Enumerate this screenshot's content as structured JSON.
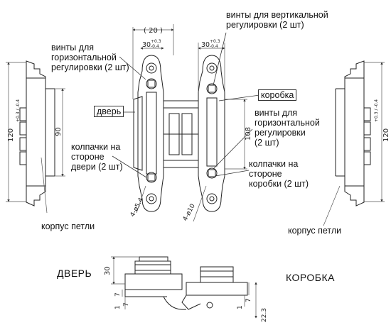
{
  "labels": {
    "screws_vertical": "винты для вертикальной\nрегулировки (2 шт)",
    "screws_horizontal_left": "винты для\nгоризонтальной\nрегулировки (2 шт)",
    "box_label": "коробка",
    "door_label": "дверь",
    "screws_horizontal_right": "винты для\nгоризонтальной\nрегулировки\n(2 шт)",
    "caps_door": "колпачки на\nстороне\nдвери (2 шт)",
    "caps_box": "колпачки на\nстороне\nкоробки (2 шт)",
    "hinge_body_left": "корпус петли",
    "hinge_body_right": "корпус петли",
    "door_caps": "ДВЕРЬ",
    "box_caps": "КОРОБКА"
  },
  "dimensions": {
    "width_20": "( 20 )",
    "dim_30_left": "30",
    "tol_30_left_plus": "+0.3",
    "tol_30_left_minus": "-0.4",
    "dim_30_right": "30",
    "tol_30_right_plus": "+0.3",
    "tol_30_right_minus": "-0.4",
    "height_120_left": "120",
    "tol_120_left": "+0.3 / -0.4",
    "height_90": "90",
    "height_108": "108",
    "height_120_right": "120",
    "tol_120_right": "+0.3 / -0.4",
    "hole_left": "4-ø5.4",
    "hole_right": "4-ø10",
    "side_30": "30",
    "side_7a": "7",
    "side_7b": "7",
    "side_1a": "1",
    "side_1b": "1",
    "side_7c": "7",
    "side_22_3": "22.3"
  },
  "colors": {
    "line": "#222222",
    "dim": "#555555",
    "background": "#ffffff"
  }
}
